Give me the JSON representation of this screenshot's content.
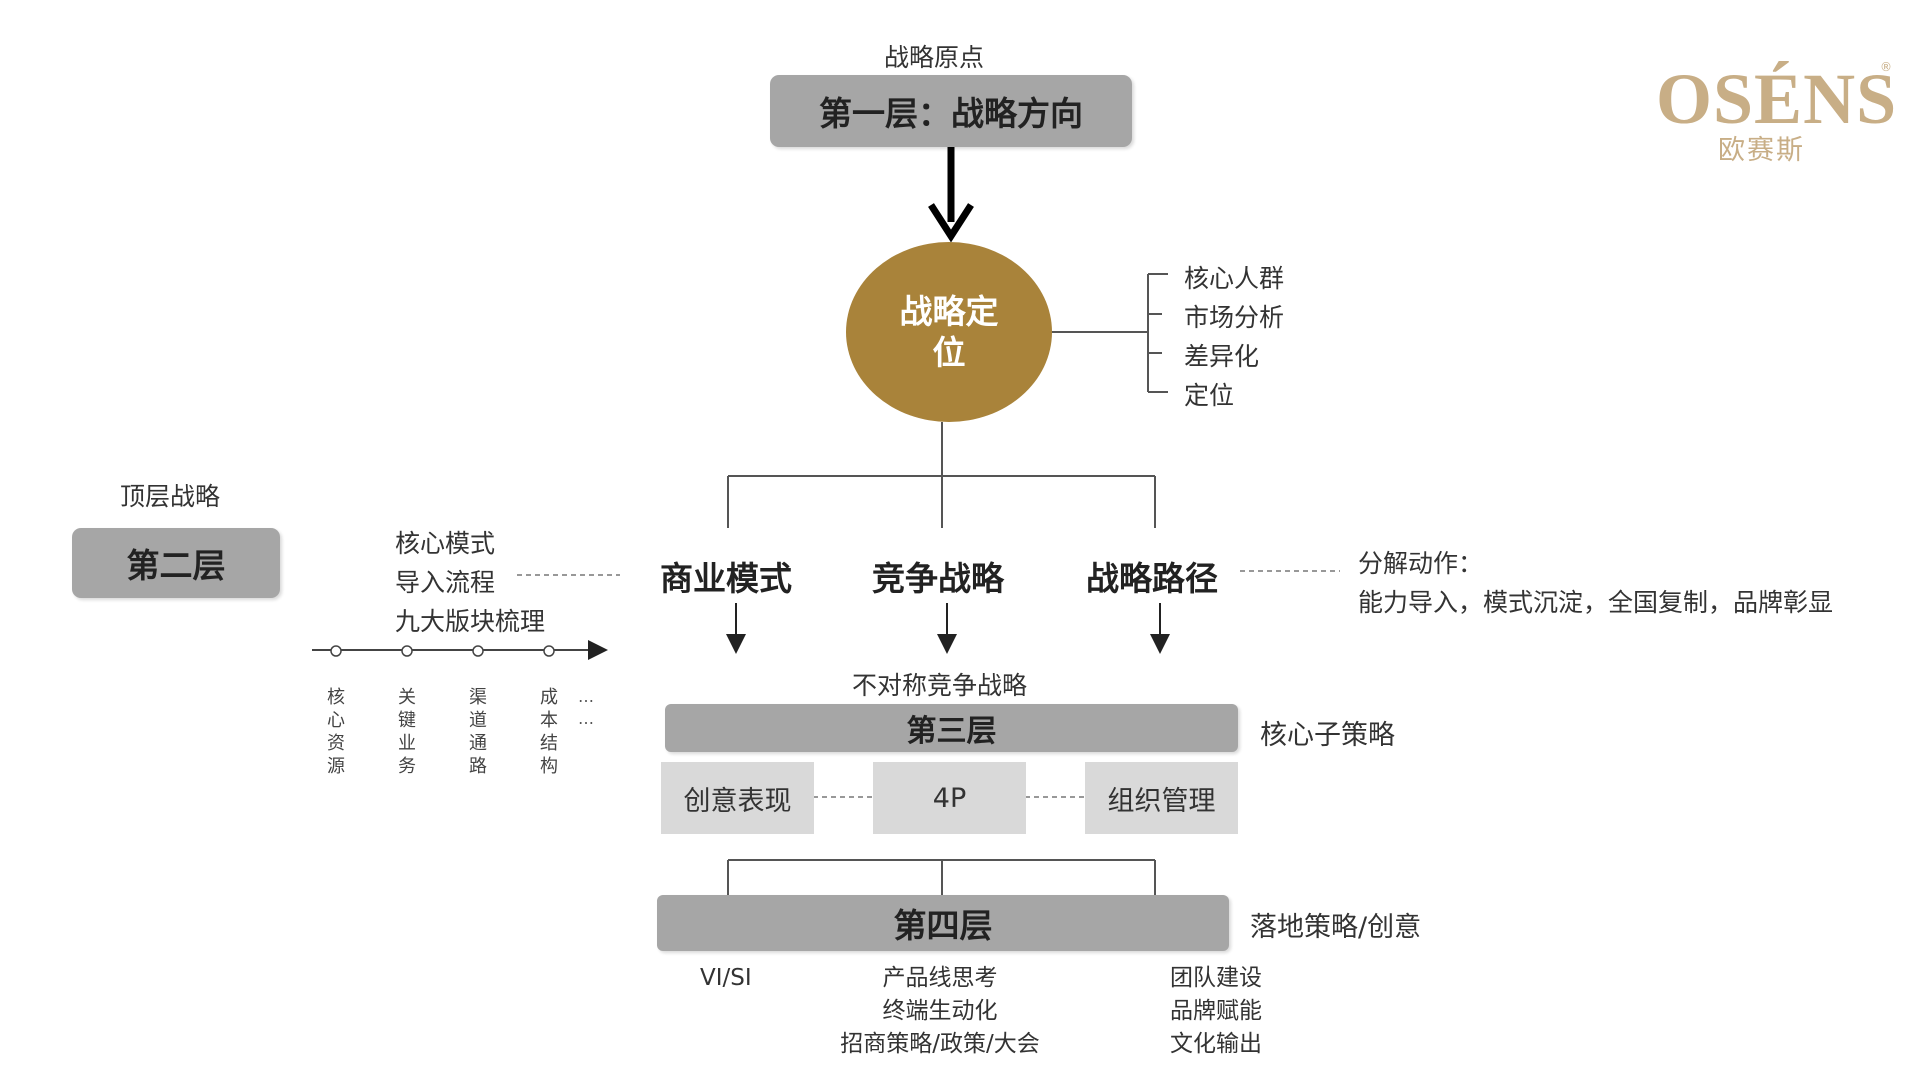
{
  "logo": {
    "brand_en": "OSÉNS",
    "brand_cn": "欧赛斯",
    "registered": "®"
  },
  "layer1": {
    "caption": "战略原点",
    "title": "第一层：战略方向"
  },
  "positioning": {
    "title": "战略定位",
    "items": [
      "核心人群",
      "市场分析",
      "差异化",
      "定位"
    ]
  },
  "layer2": {
    "caption": "顶层战略",
    "title": "第二层",
    "core_list": [
      "核心模式",
      "导入流程",
      "九大版块梳理"
    ],
    "timeline": [
      "核心资源",
      "关键业务",
      "渠道通路",
      "成本结构"
    ],
    "timeline_more": [
      "…",
      "…"
    ],
    "strategies": [
      "商业模式",
      "竞争战略",
      "战略路径"
    ],
    "decompose_title": "分解动作：",
    "decompose_text": "能力导入，模式沉淀，全国复制，品牌彰显"
  },
  "layer3": {
    "caption": "不对称竞争战略",
    "title": "第三层",
    "side_label": "核心子策略",
    "items": [
      "创意表现",
      "4P",
      "组织管理"
    ]
  },
  "layer4": {
    "title": "第四层",
    "side_label": "落地策略/创意",
    "col1": [
      "VI/SI"
    ],
    "col2": [
      "产品线思考",
      "终端生动化",
      "招商策略/政策/大会"
    ],
    "col3": [
      "团队建设",
      "品牌赋能",
      "文化输出"
    ]
  },
  "colors": {
    "box_gray": "#a6a6a6",
    "box_light": "#d9d9d9",
    "circle_gold": "#a9833a",
    "logo_gold": "#c8ae86"
  }
}
